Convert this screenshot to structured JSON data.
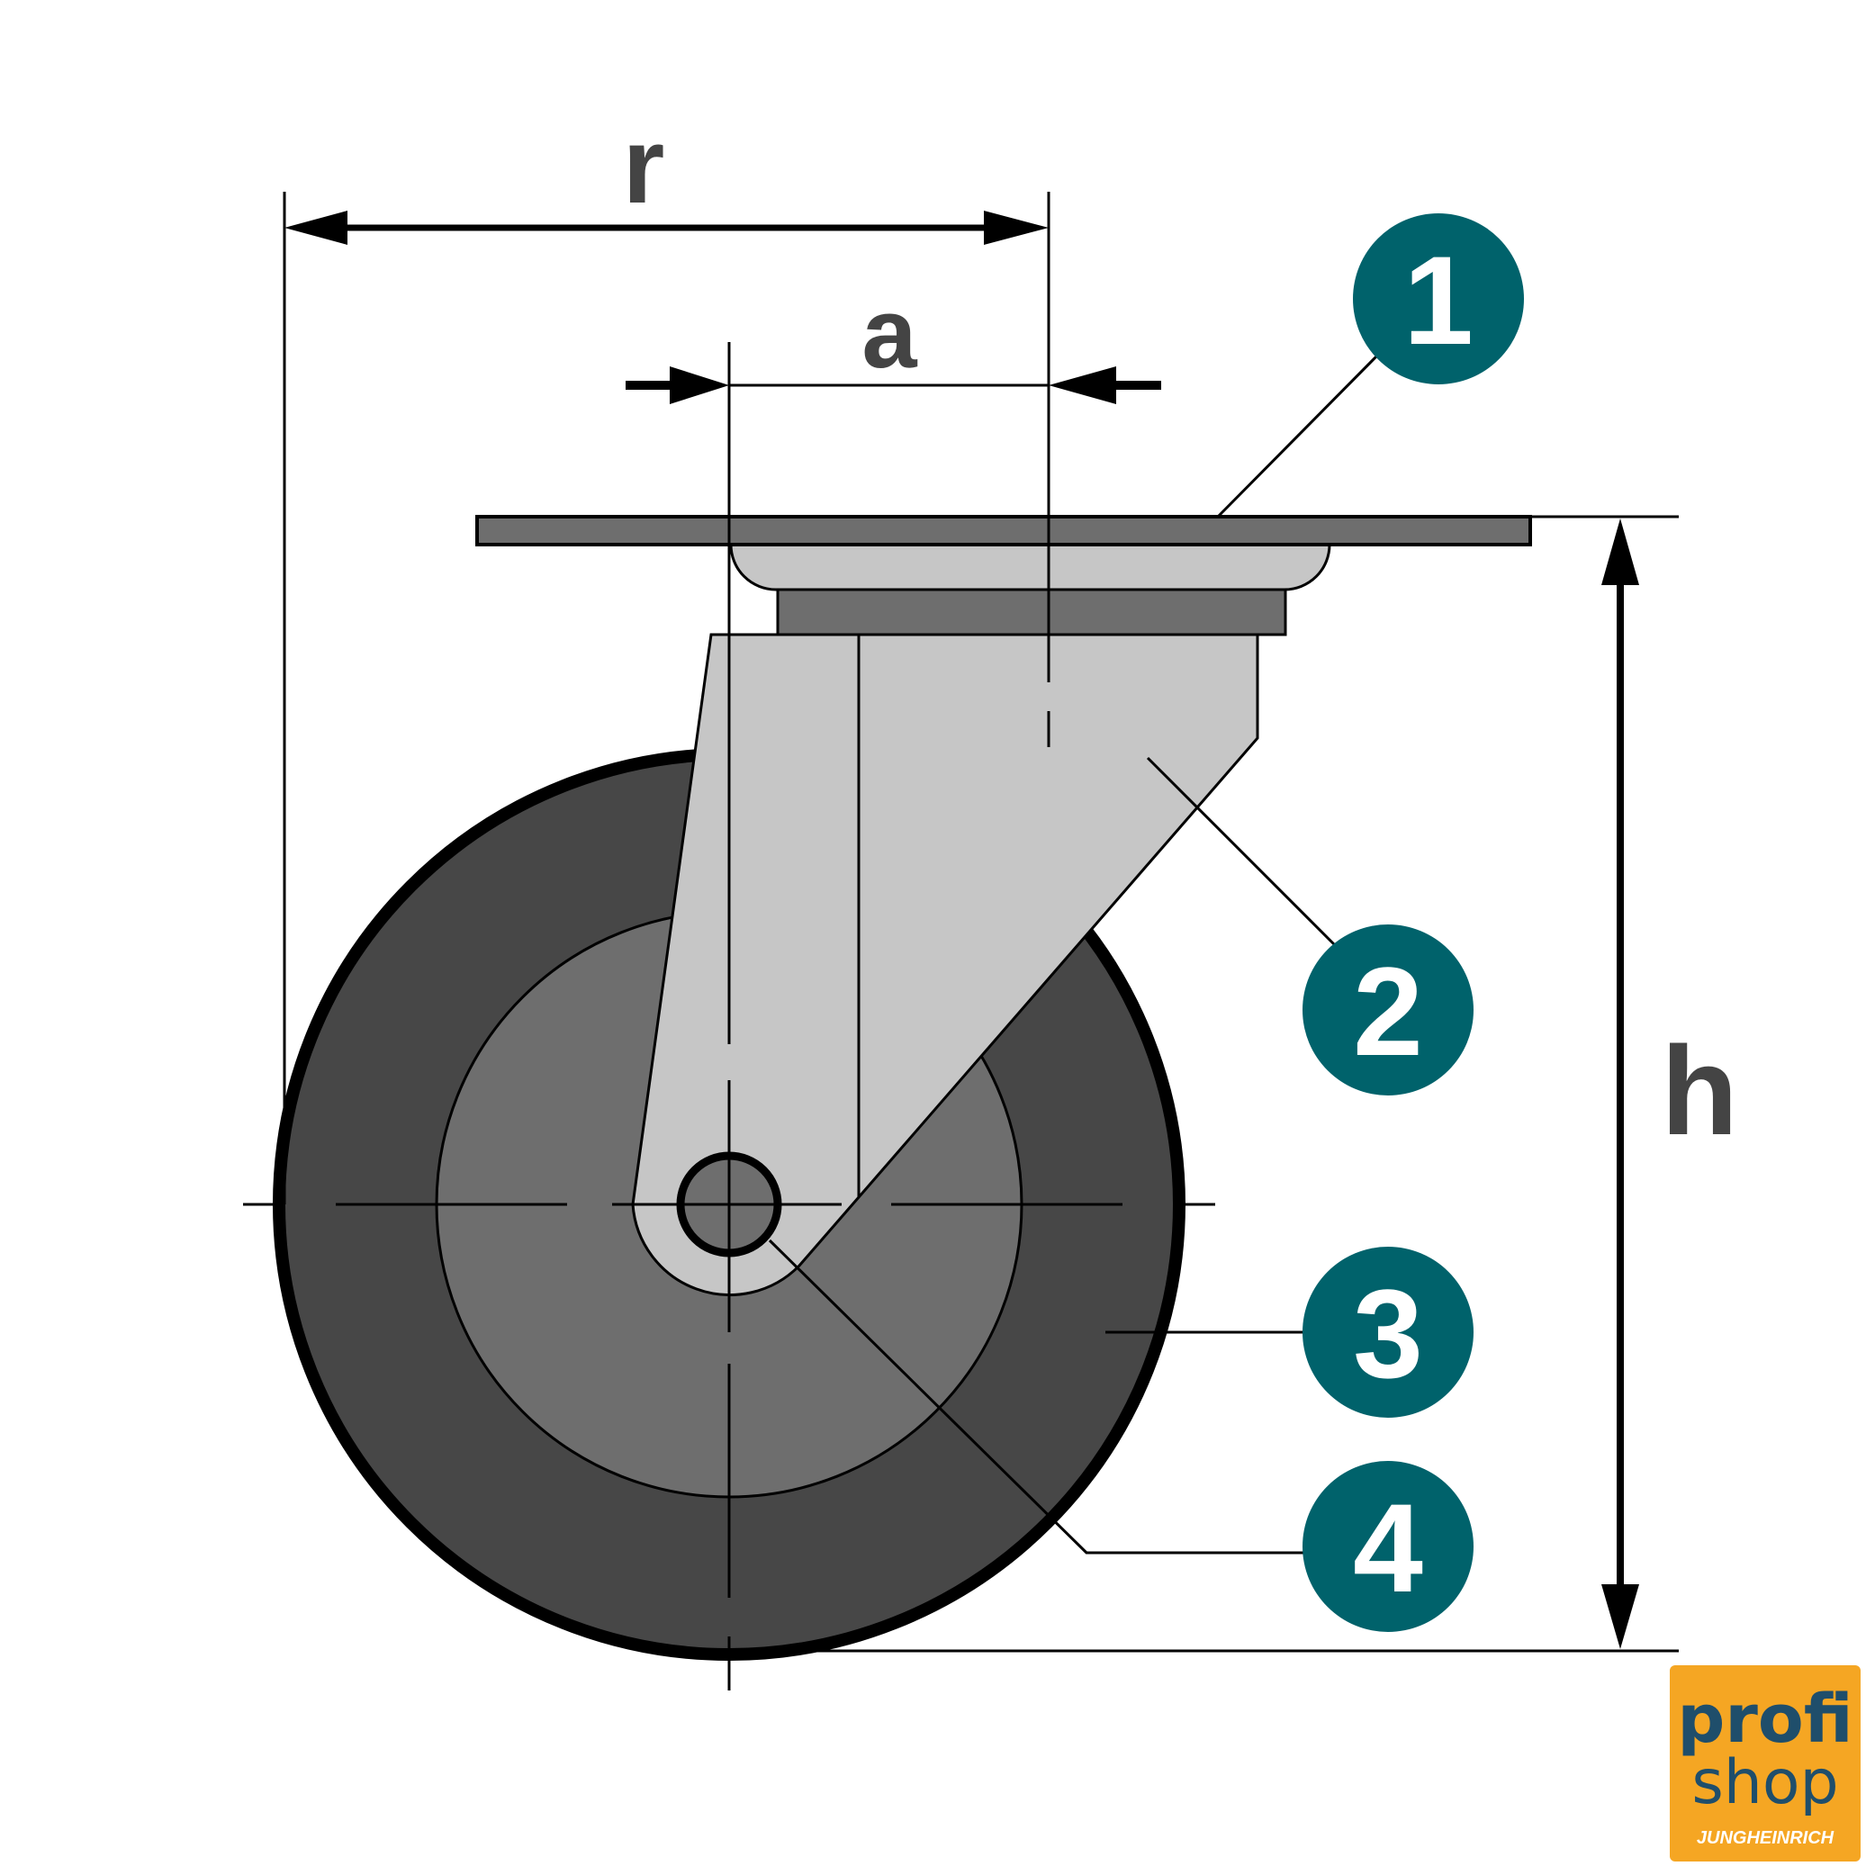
{
  "dimensions": {
    "r_label": "r",
    "a_label": "a",
    "h_label": "h"
  },
  "callouts": [
    {
      "number": "1",
      "part": "mounting-plate"
    },
    {
      "number": "2",
      "part": "fork-housing"
    },
    {
      "number": "3",
      "part": "tyre"
    },
    {
      "number": "4",
      "part": "axle-bearing"
    }
  ],
  "colors": {
    "callout_fill": "#00626b",
    "tyre": "#474747",
    "rim": "#6e6e6e",
    "plate": "#6e6e6e",
    "fork": "#c6c6c6",
    "logo_bg": "#f5a623",
    "logo_text": "#1f4e6b"
  },
  "logo": {
    "line1": "profi",
    "line2": "shop",
    "brand": "JUNGHEINRICH"
  }
}
